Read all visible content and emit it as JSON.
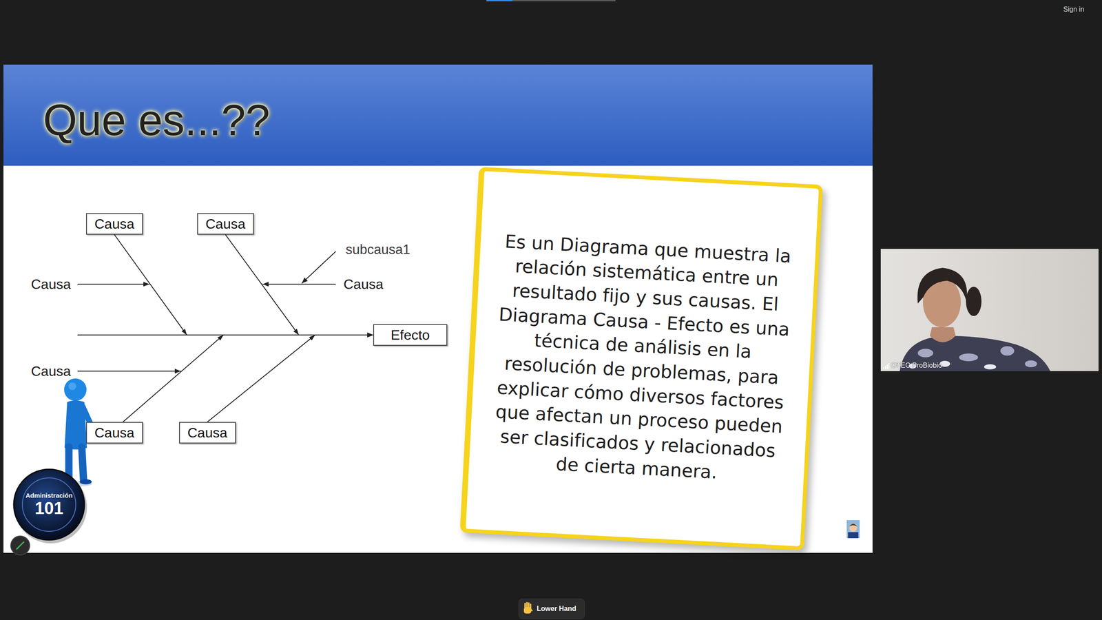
{
  "diagram": {
    "title": "Que es...??",
    "nodes": [
      {
        "text": [
          "Causa"
        ]
      },
      {
        "text": [
          "Causa"
        ]
      },
      {
        "text": [
          "Efecto"
        ]
      },
      {
        "text": [
          "Causa"
        ]
      },
      {
        "text": [
          "Causa"
        ]
      },
      {
        "text": [
          "Es un Diagrama que muestra la relación sistemática entre un resultado fijo y sus causas. El Diagrama Causa - Efecto es una técnica de análisis en la resolución de problemas, para explicar cómo diversos factores que afectan un proceso pueden ser clasificados y relacionados de cierta manera."
        ]
      },
      {
        "text": [
          "Administración",
          "101"
        ]
      },
      {
        "text": [
          "OTEC ProBiobio"
        ]
      },
      {
        "text": [
          "Lower Hand"
        ]
      }
    ],
    "edges": [
      {
        "from": 0,
        "to": 2,
        "arrow": "to"
      },
      {
        "from": 1,
        "to": 2,
        "arrow": "to"
      },
      {
        "from": 3,
        "to": 2,
        "arrow": "to"
      },
      {
        "from": 4,
        "to": 2,
        "arrow": "to"
      }
    ],
    "labels": [
      "Sign in",
      "subcausa1",
      "Causa",
      "Causa",
      "Causa"
    ]
  }
}
